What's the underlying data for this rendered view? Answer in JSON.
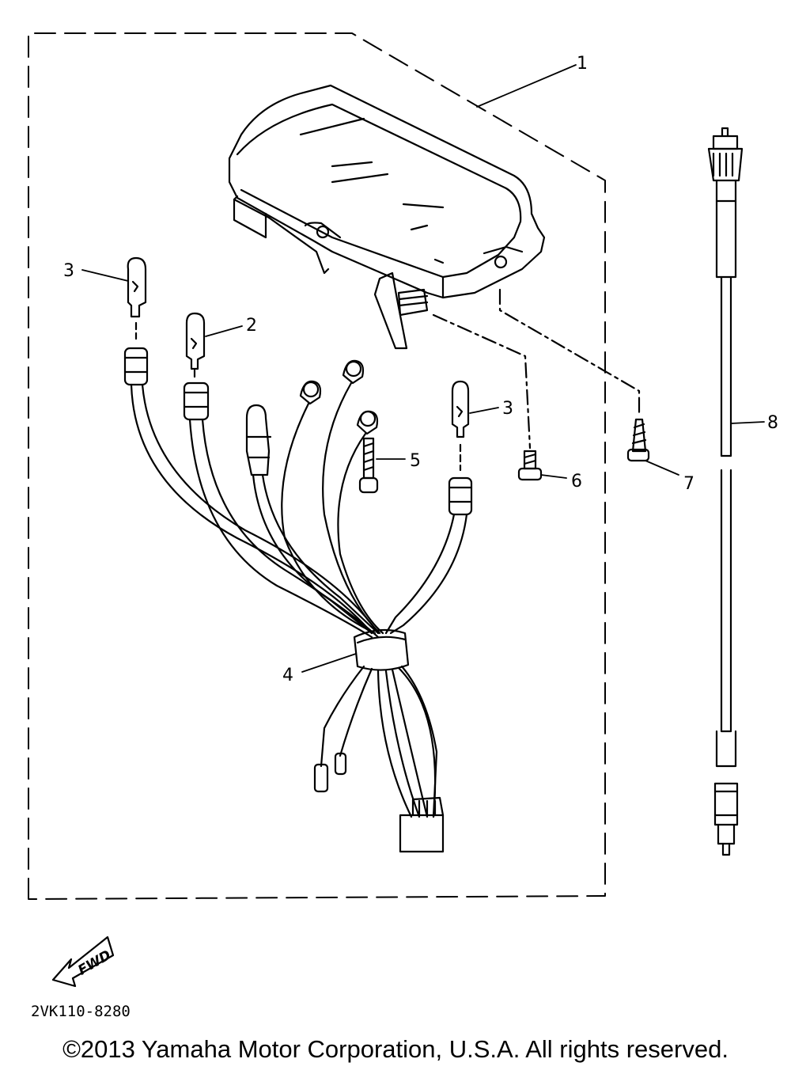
{
  "callouts": {
    "c1": "1",
    "c2": "2",
    "c3a": "3",
    "c3b": "3",
    "c4": "4",
    "c5": "5",
    "c6": "6",
    "c7": "7",
    "c8": "8"
  },
  "fwd_label": "FWD",
  "diagram_code": "2VK110-8280",
  "copyright": "©2013 Yamaha Motor Corporation, U.S.A. All rights reserved."
}
